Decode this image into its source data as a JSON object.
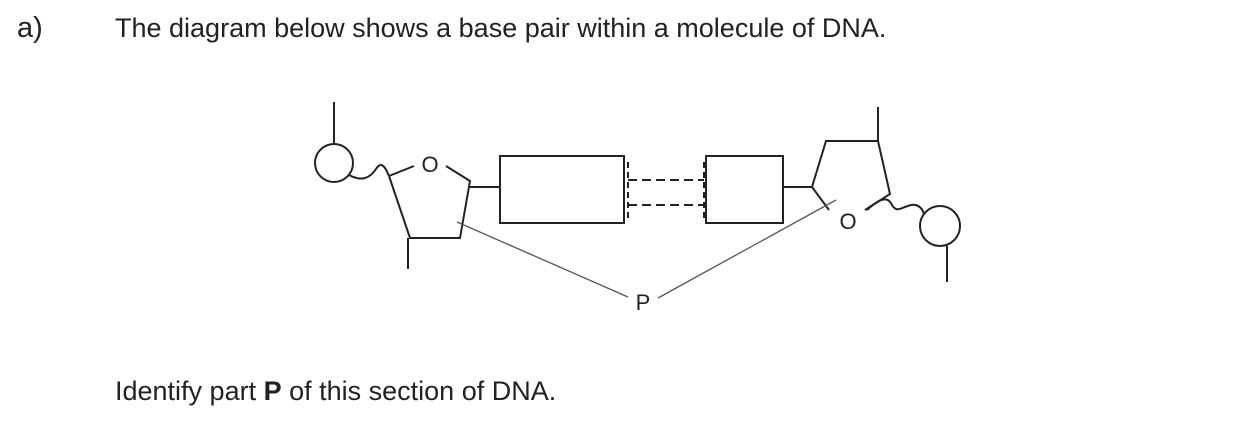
{
  "question": {
    "number": "a)",
    "text": "The diagram below shows a base pair within a molecule of DNA."
  },
  "diagram": {
    "left_sugar_oxygen_label": "O",
    "right_sugar_oxygen_label": "O",
    "part_label": "P"
  },
  "prompt": {
    "before": "Identify part ",
    "bold": "P",
    "after": " of this section of DNA."
  }
}
